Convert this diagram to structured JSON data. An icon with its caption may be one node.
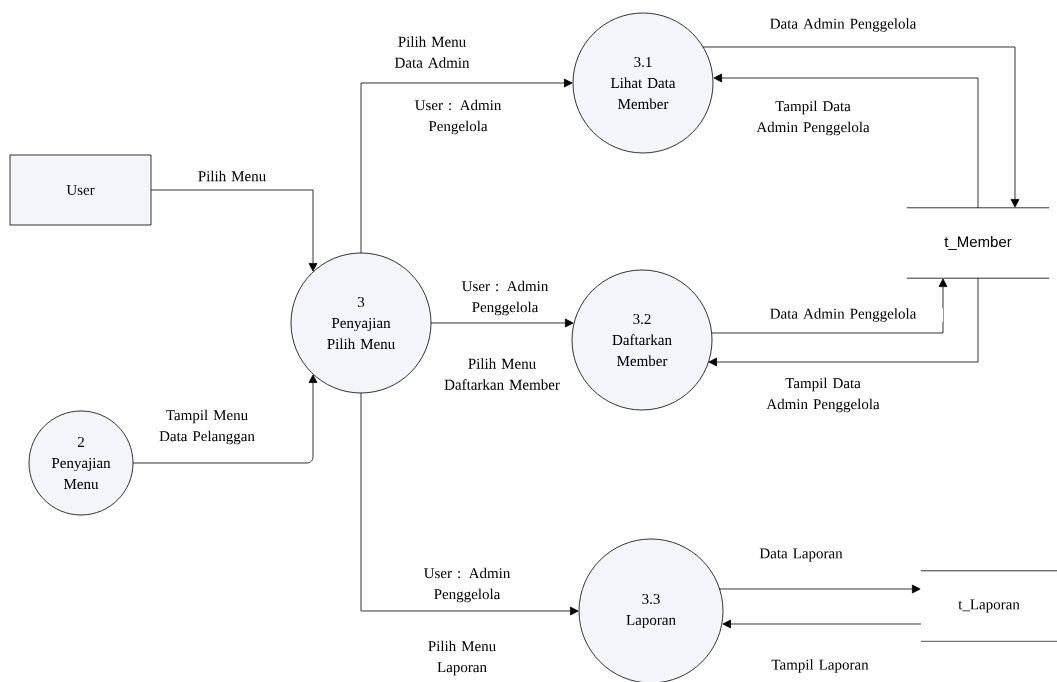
{
  "diagram": {
    "nodes": [
      {
        "text": [
          "User"
        ]
      },
      {
        "text": [
          "2",
          "Penyajian Menu"
        ]
      },
      {
        "text": [
          "3",
          "Penyajian Pilih Menu"
        ]
      },
      {
        "text": [
          "3.1",
          "Lihat Data Member"
        ]
      },
      {
        "text": [
          "3.2",
          "Daftarkan Member"
        ]
      },
      {
        "text": [
          "3.3",
          "Laporan"
        ]
      },
      {
        "text": [
          "t_Member"
        ]
      },
      {
        "text": [
          "t_Laporan"
        ]
      }
    ],
    "edges": [
      {
        "from": 0,
        "to": 2,
        "arrow": "to",
        "label": "Pilih Menu"
      },
      {
        "from": 1,
        "to": 2,
        "arrow": "to",
        "label": "Tampil Menu Data Pelanggan"
      },
      {
        "from": 2,
        "to": 3,
        "arrow": "to",
        "label": "Pilih Menu Data Admin"
      },
      {
        "from": 2,
        "to": 4,
        "arrow": "to",
        "label": "User : Admin Penggelola"
      },
      {
        "from": 2,
        "to": 5,
        "arrow": "to",
        "label": "User : Admin Penggelola"
      },
      {
        "from": 3,
        "to": 6,
        "arrow": "to",
        "label": "Data Admin Penggelola"
      },
      {
        "from": 6,
        "to": 3,
        "arrow": "to",
        "label": "Tampil Data Admin Penggelola"
      },
      {
        "from": 4,
        "to": 6,
        "arrow": "to",
        "label": "Data Admin Penggelola"
      },
      {
        "from": 6,
        "to": 4,
        "arrow": "to",
        "label": "Tampil Data Admin Penggelola"
      },
      {
        "from": 5,
        "to": 7,
        "arrow": "to",
        "label": "Data Laporan"
      },
      {
        "from": 7,
        "to": 5,
        "arrow": "to",
        "label": "Tampil Laporan"
      }
    ],
    "labels": [
      "User : Admin Pengelola",
      "Pilih Menu Daftarkan Member",
      "Pilih Menu Laporan"
    ]
  }
}
